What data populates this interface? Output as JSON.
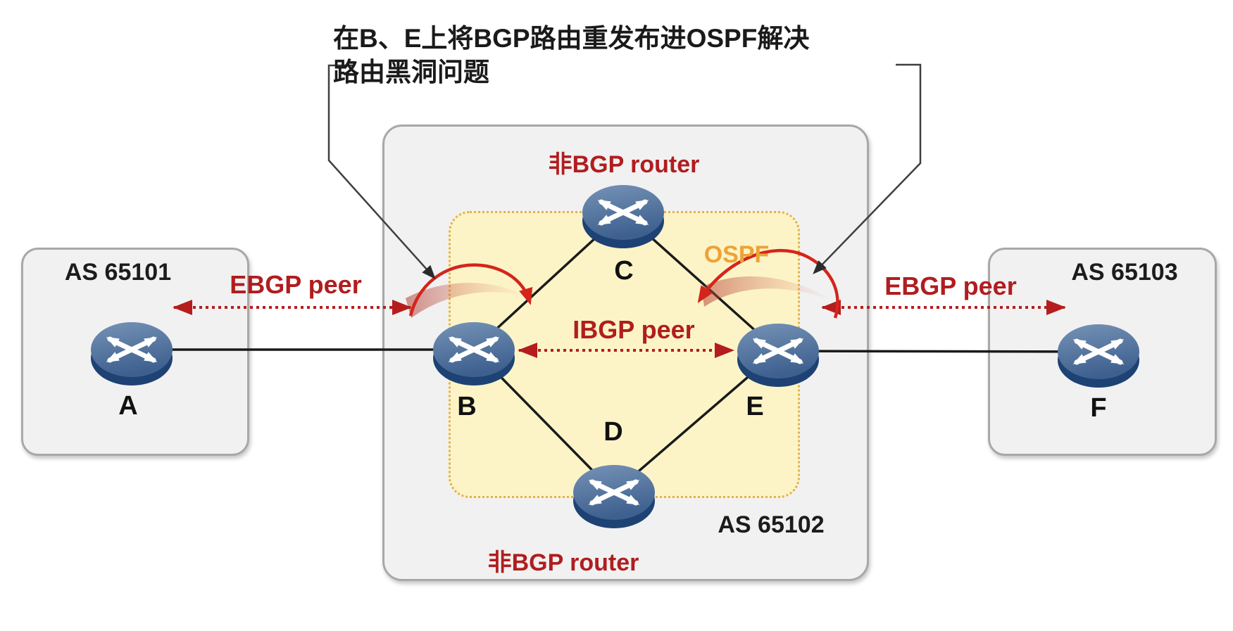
{
  "annotation": {
    "line1": "在B、E上将BGP路由重发布进OSPF解决",
    "line2": "路由黑洞问题"
  },
  "as_groups": {
    "as65101": {
      "label": "AS 65101"
    },
    "as65102": {
      "label": "AS 65102"
    },
    "as65103": {
      "label": "AS 65103"
    }
  },
  "ospf_domain": {
    "label": "OSPF"
  },
  "routers": {
    "a": {
      "label": "A"
    },
    "b": {
      "label": "B"
    },
    "c": {
      "label": "C"
    },
    "d": {
      "label": "D"
    },
    "e": {
      "label": "E"
    },
    "f": {
      "label": "F"
    }
  },
  "peer_labels": {
    "ebgp_left": "EBGP peer",
    "ibgp": "IBGP peer",
    "ebgp_right": "EBGP peer"
  },
  "notes": {
    "non_bgp_top": "非BGP router",
    "non_bgp_bottom": "非BGP router"
  },
  "links": [
    "A–B",
    "B–C",
    "C–E",
    "B–D",
    "D–E",
    "E–F"
  ],
  "colors": {
    "peer_text_red": "#b11d1f",
    "dotted_arrow_red": "#b51d1d",
    "redistribute_arrow_red": "#d4251c",
    "ospf_orange": "#eea236",
    "ospf_region_fill": "#fcf4c7",
    "ospf_region_border": "#e2b24c",
    "as_box_fill": "#f1f1f1",
    "as_box_border": "#a8a8a8",
    "link_black": "#1a1a1a",
    "router_blue_face": "#5f7fa6",
    "router_blue_rim": "#1d4273"
  }
}
